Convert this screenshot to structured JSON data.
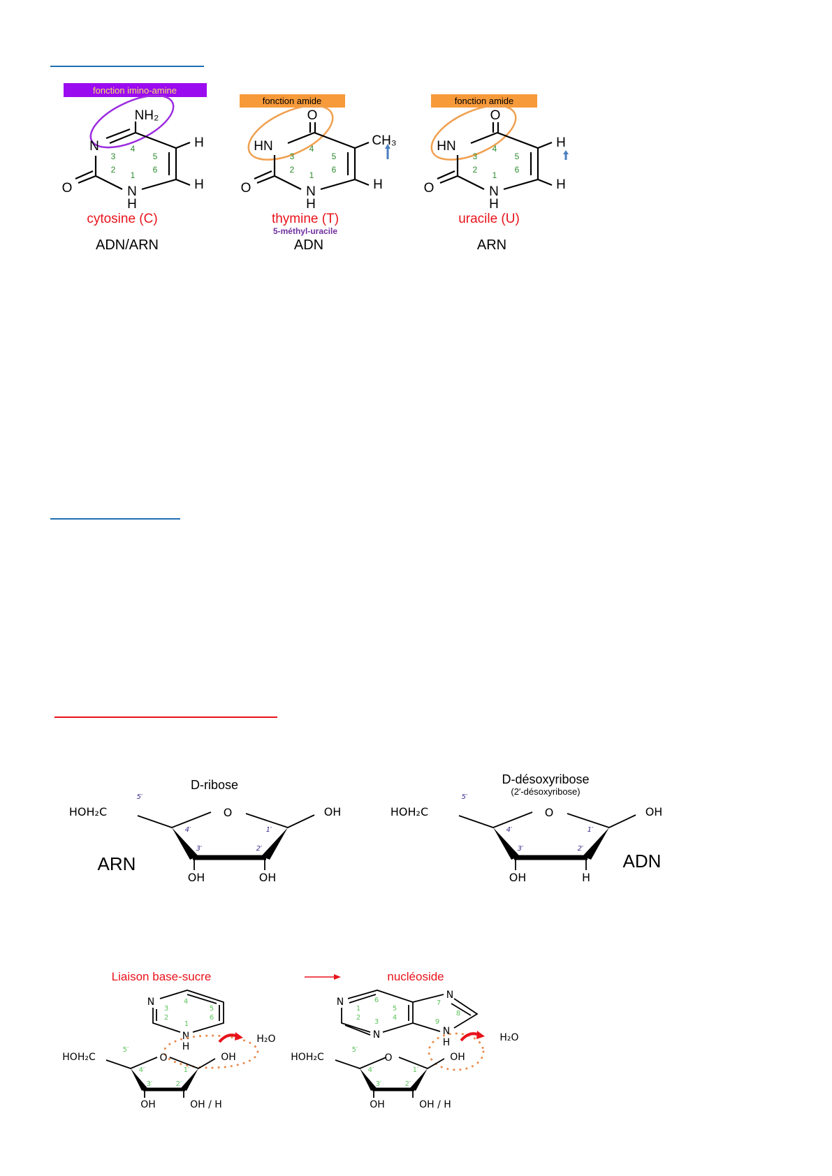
{
  "colors": {
    "heading_blue": "#1f6fb2",
    "heading_red": "#e8131b",
    "imino_box": "#9b0bf0",
    "amide_box": "#f79a3a",
    "name_red": "#e8131b",
    "ring_number_green": "#2e8b2e",
    "arrow_blue": "#4a7fc0"
  },
  "bases": [
    {
      "box_label": "fonction imino-amine",
      "name": "cytosine (C)",
      "type": "ADN/ARN",
      "atoms": {
        "top": "NH₂",
        "n3": "N",
        "h5": "H",
        "h6": "H",
        "o2": "O",
        "n1": "N",
        "h1": "H"
      }
    },
    {
      "box_label": "fonction amide",
      "name": "thymine (T)",
      "subtitle": "5-méthyl-uracile",
      "type": "ADN",
      "atoms": {
        "top": "O",
        "n3": "HN",
        "h5": "CH₃",
        "h6": "H",
        "o2": "O",
        "n1": "N",
        "h1": "H"
      }
    },
    {
      "box_label": "fonction amide",
      "name": "uracile (U)",
      "type": "ARN",
      "atoms": {
        "top": "O",
        "n3": "HN",
        "h5": "H",
        "h6": "H",
        "o2": "O",
        "n1": "N",
        "h1": "H"
      }
    }
  ],
  "ring_numbers": [
    "1",
    "2",
    "3",
    "4",
    "5",
    "6"
  ],
  "sugars": [
    {
      "title": "D-ribose",
      "acid": "ARN",
      "c5": "HOH₂C",
      "o": "O",
      "oh1": "OH",
      "oh3": "OH",
      "sub2": "OH",
      "labels": [
        "5′",
        "4′",
        "1′",
        "3′",
        "2′"
      ]
    },
    {
      "title": "D-désoxyribose",
      "subtitle": "(2′-désoxyribose)",
      "acid": "ADN",
      "c5": "HOH₂C",
      "o": "O",
      "oh1": "OH",
      "oh3": "OH",
      "sub2": "H",
      "labels": [
        "5′",
        "4′",
        "1′",
        "3′",
        "2′"
      ]
    }
  ],
  "nucleoside": {
    "left_title": "Liaison base-sucre",
    "right_title": "nucléoside",
    "water": "H₂O",
    "pyrimidine": {
      "n3": "N",
      "n1": "N",
      "h": "H",
      "numbers": [
        "3",
        "2",
        "4",
        "5",
        "6",
        "1"
      ]
    },
    "purine": {
      "n1": "N",
      "n3": "N",
      "n7": "N",
      "n9": "N",
      "h": "H",
      "numbers": [
        "6",
        "1",
        "5",
        "2",
        "4",
        "3",
        "7",
        "8",
        "9"
      ]
    },
    "sugar": {
      "c5": "HOH₂C",
      "o": "O",
      "oh1": "OH",
      "oh3": "OH",
      "sub2": "OH / H",
      "labels": [
        "5′",
        "4′",
        "1′",
        "3′",
        "2′"
      ]
    }
  }
}
